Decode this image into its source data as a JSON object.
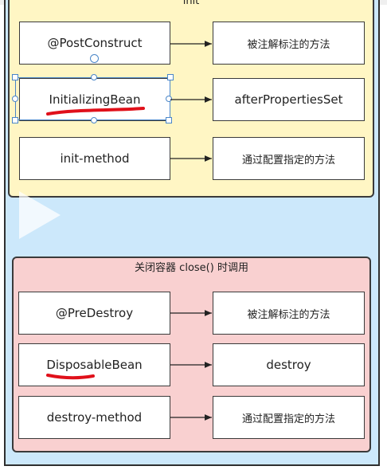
{
  "groups": {
    "init_title": "init",
    "close_title": "关闭容器 close() 时调用"
  },
  "init_rows": [
    {
      "source": "@PostConstruct",
      "target": "被注解标注的方法"
    },
    {
      "source": "InitializingBean",
      "target": "afterPropertiesSet"
    },
    {
      "source": "init-method",
      "target": "通过配置指定的方法"
    }
  ],
  "destroy_rows": [
    {
      "source": "@PreDestroy",
      "target": "被注解标注的方法"
    },
    {
      "source": "DisposableBean",
      "target": "destroy"
    },
    {
      "source": "destroy-method",
      "target": "通过配置指定的方法"
    }
  ],
  "colors": {
    "outer_background": "#cce8fb",
    "init_group": "#fff6c4",
    "close_group": "#f9d0d0",
    "underline": "#e0101a",
    "selection": "#4a86c8"
  },
  "icons": {
    "play": "play-icon"
  }
}
